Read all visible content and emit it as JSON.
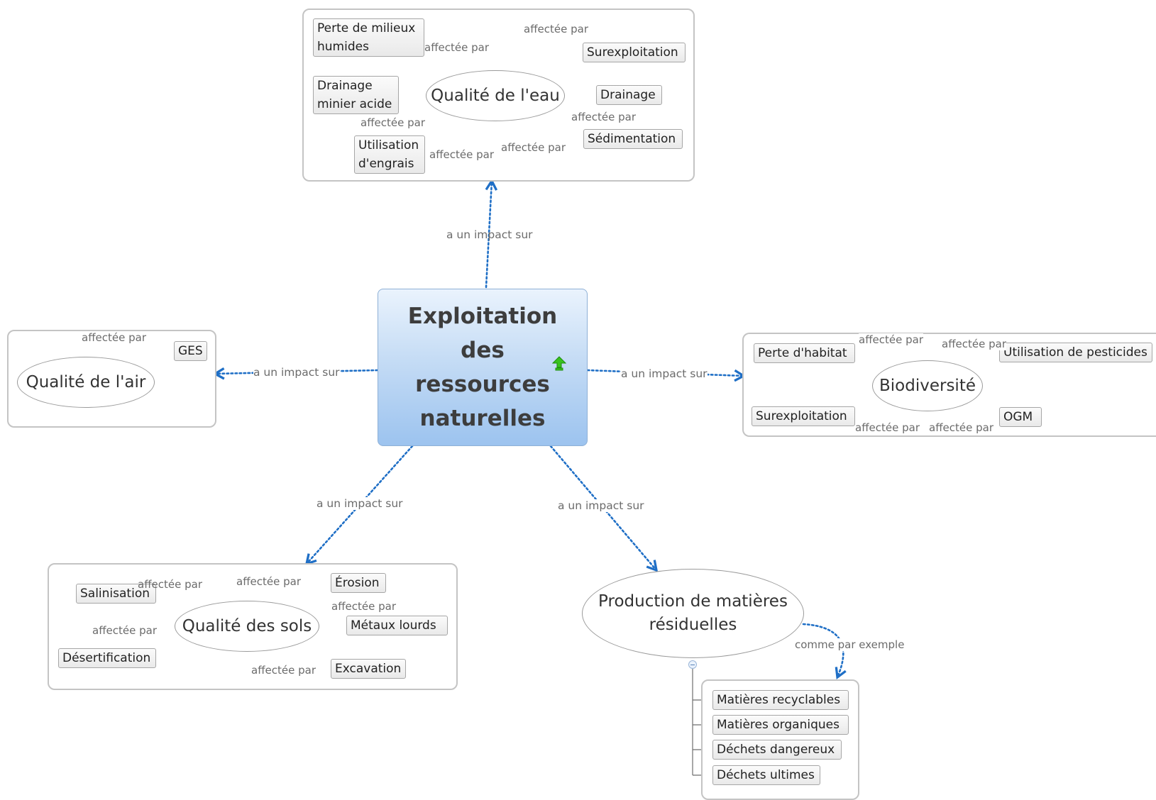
{
  "central_topic": "Exploitation\ndes\nressources\nnaturelles",
  "relation_impact": "a un impact sur",
  "relation_affected": "affectée par",
  "relation_example": "comme par exemple",
  "water": {
    "title": "Qualité de l'eau",
    "items": {
      "wetlands": "Perte de milieux\nhumides",
      "overexploitation": "Surexploitation",
      "acid_drainage": "Drainage\nminier acide",
      "drainage": "Drainage",
      "fertilizers": "Utilisation\nd'engrais",
      "sedimentation": "Sédimentation"
    }
  },
  "air": {
    "title": "Qualité de l'air",
    "items": {
      "ghg": "GES"
    }
  },
  "biodiversity": {
    "title": "Biodiversité",
    "items": {
      "habitat_loss": "Perte d'habitat",
      "pesticides": "Utilisation de pesticides",
      "overexploitation": "Surexploitation",
      "gmo": "OGM"
    }
  },
  "soil": {
    "title": "Qualité des sols",
    "items": {
      "salinisation": "Salinisation",
      "erosion": "Érosion",
      "heavy_metals": "Métaux lourds",
      "desertification": "Désertification",
      "excavation": "Excavation"
    }
  },
  "waste": {
    "title": "Production de matières\nrésiduelles",
    "items": [
      "Matières recyclables",
      "Matières organiques",
      "Déchets dangereux",
      "Déchets ultimes"
    ]
  },
  "colors": {
    "link": "#1f6fc6",
    "frame": "#c4c4c4",
    "central_top": "#eaf3fd",
    "central_bottom": "#9cc3ef"
  }
}
